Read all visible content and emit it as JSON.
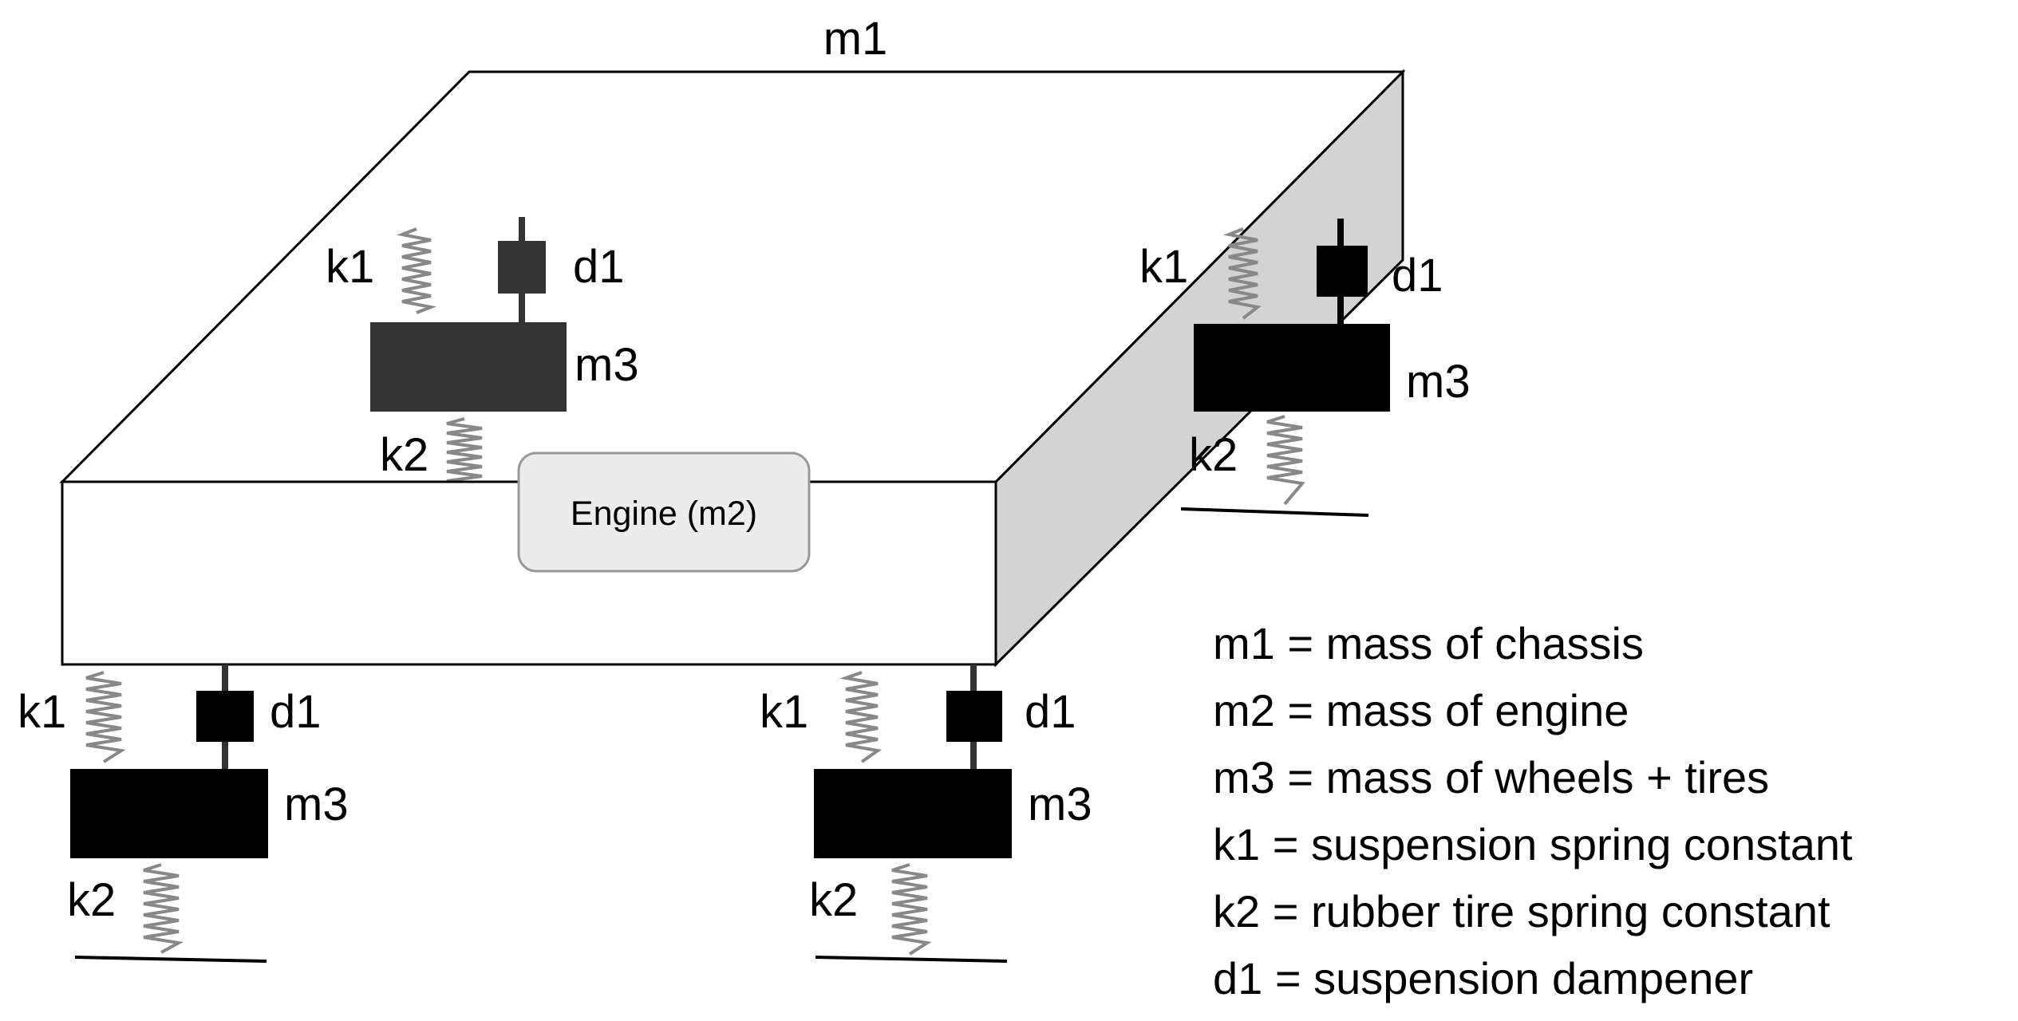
{
  "diagram": {
    "chassis_label": "m1",
    "engine_label": "Engine (m2)",
    "corners": [
      {
        "id": "back-left",
        "spring_top": "k1",
        "damper": "d1",
        "wheel": "m3",
        "spring_bottom": "k2"
      },
      {
        "id": "back-right",
        "spring_top": "k1",
        "damper": "d1",
        "wheel": "m3",
        "spring_bottom": "k2"
      },
      {
        "id": "front-left",
        "spring_top": "k1",
        "damper": "d1",
        "wheel": "m3",
        "spring_bottom": "k2"
      },
      {
        "id": "front-right",
        "spring_top": "k1",
        "damper": "d1",
        "wheel": "m3",
        "spring_bottom": "k2"
      }
    ]
  },
  "legend": [
    "m1 = mass of chassis",
    "m2 = mass of engine",
    "m3 = mass of wheels + tires",
    "k1 = suspension spring constant",
    "k2 = rubber tire spring constant",
    "d1 = suspension dampener"
  ],
  "colors": {
    "outline": "#000000",
    "side_face": "#d3d3d3",
    "wheel_back_left": "#333333",
    "wheel": "#000000",
    "engine_fill": "#ececec",
    "engine_stroke": "#999999",
    "spring": "#888888"
  }
}
